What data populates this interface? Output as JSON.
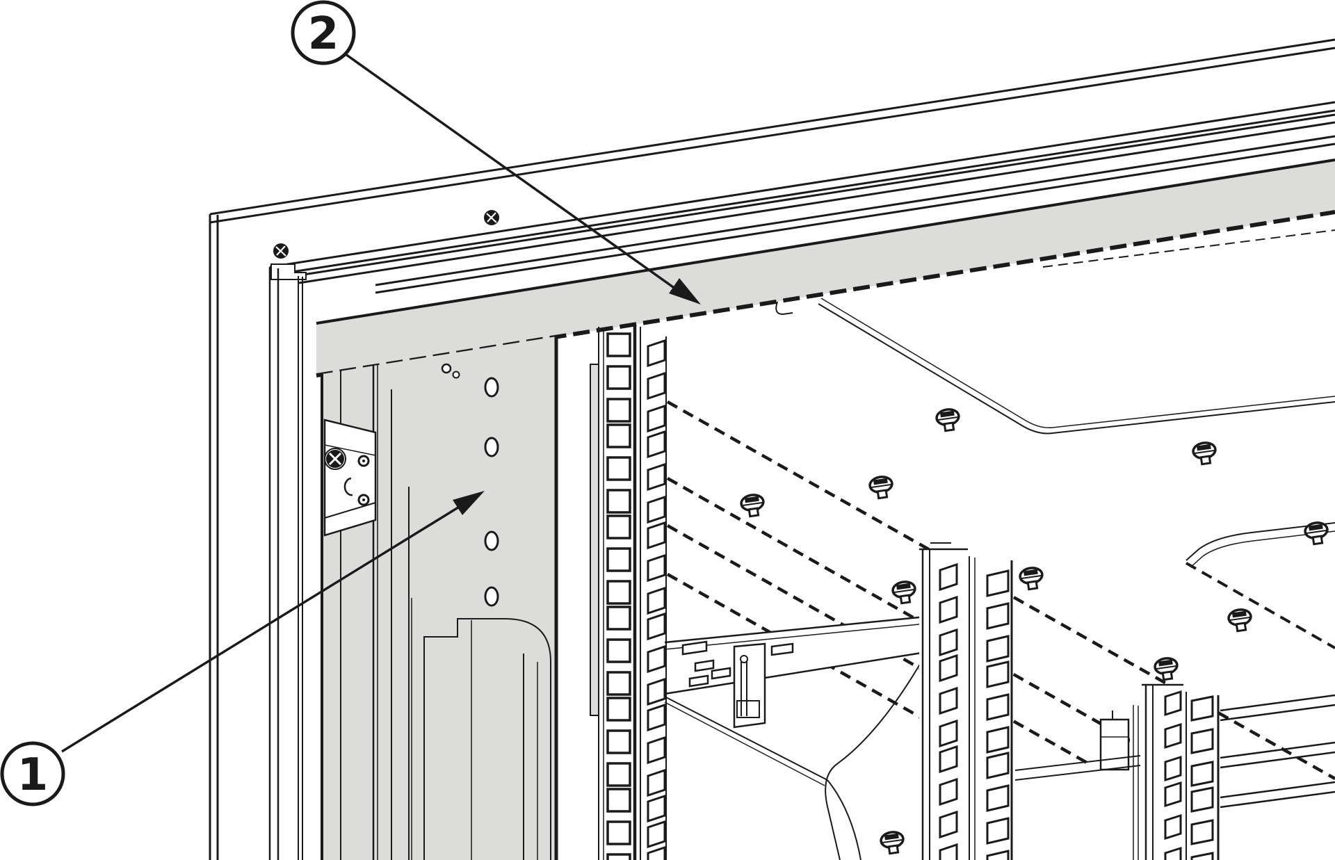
{
  "figure": {
    "type": "technical-line-illustration",
    "subject": "rack cabinet interior, top front corner view",
    "background_color": "#ffffff",
    "line_color": "#1a1a1a",
    "shaded_panel_color": "#dcdcda"
  },
  "callouts": [
    {
      "label": "1",
      "target": "vertical-mounting-bracket-panel"
    },
    {
      "label": "2",
      "target": "top-trim-panel"
    }
  ]
}
